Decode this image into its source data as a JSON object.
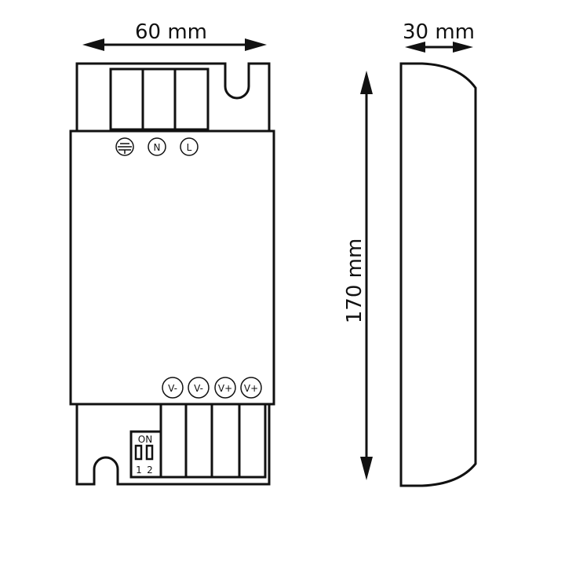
{
  "dimensions": {
    "width": "60 mm",
    "depth": "30 mm",
    "height": "170 mm"
  },
  "input_terminals": [
    {
      "label": "",
      "icon": "earth-ground-icon"
    },
    {
      "label": "N"
    },
    {
      "label": "L"
    }
  ],
  "output_terminals": [
    {
      "label": "V-"
    },
    {
      "label": "V-"
    },
    {
      "label": "V+"
    },
    {
      "label": "V+"
    }
  ],
  "dip_switch": {
    "on_label": "ON",
    "positions": [
      "1",
      "2"
    ]
  },
  "colors": {
    "line": "#111111",
    "background": "#ffffff"
  }
}
